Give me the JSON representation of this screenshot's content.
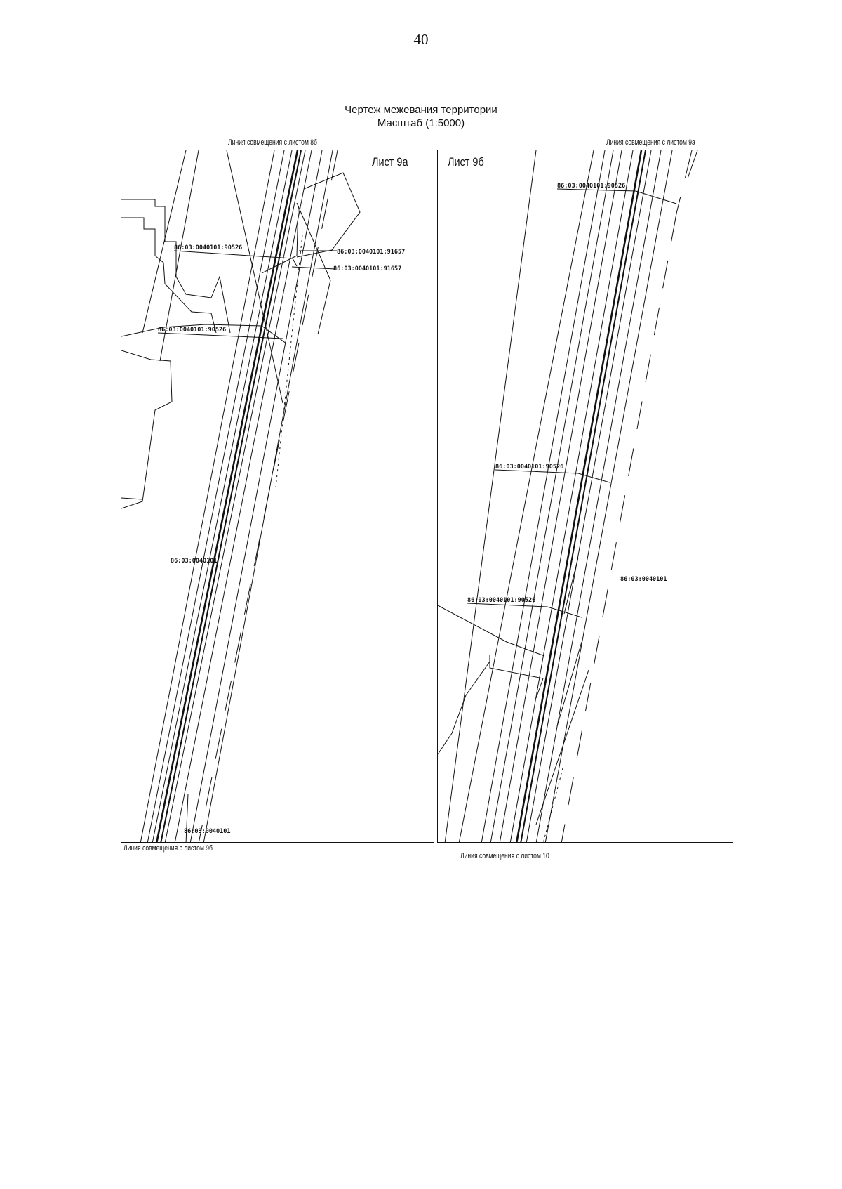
{
  "page": {
    "number": "40"
  },
  "drawing": {
    "title": "Чертеж межевания территории",
    "scale": "Масштаб (1:5000)"
  },
  "match_lines": {
    "top_left": "Линия совмещения с листом 8б",
    "top_right": "Линия совмещения с листом 9а",
    "bottom_left": "Линия совмещения с листом 9б",
    "bottom_right": "Линия совмещения с листом 10"
  },
  "sheets": {
    "a": {
      "label": "Лист 9а",
      "parcels": {
        "p1": "86:03:0040101:90526",
        "p2": "86:03:0040101:91657",
        "p3": "86:03:0040101:91657",
        "p4": "86:03:0040101:90526",
        "p5": "86:03:0040101",
        "p6": "86:03:0040101"
      }
    },
    "b": {
      "label": "Лист 9б",
      "parcels": {
        "p1": "86:03:0040101:90526",
        "p2": "86:03:0040101:90526",
        "p3": "86:03:0040101",
        "p4": "86:03:0040101:90526"
      }
    }
  }
}
